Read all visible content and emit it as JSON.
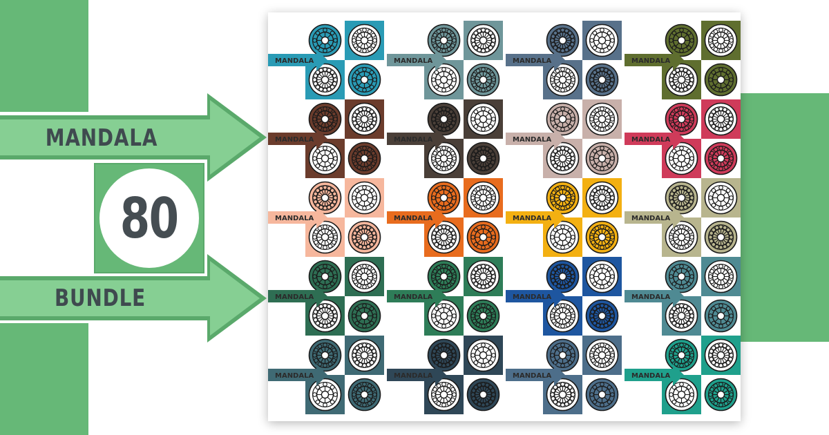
{
  "hero": {
    "title_top": "MANDALA",
    "count": "80",
    "title_bottom": "BUNDLE",
    "accent_color": "#66b877",
    "arrow_color": "#86cf93",
    "text_color": "#454d52"
  },
  "tile_label": "MANDALA",
  "grid": {
    "rows": [
      [
        "#2a9bb5",
        "#6f969a",
        "#58718a",
        "#5f6e2f"
      ],
      [
        "#6b3c2c",
        "#4a3f38",
        "#c8b0aa",
        "#cf3b5a"
      ],
      [
        "#f6b79d",
        "#e86c1e",
        "#f3b012",
        "#b8b58e"
      ],
      [
        "#2e6e53",
        "#2e7d58",
        "#1e56a0",
        "#4f8a93"
      ],
      [
        "#3f6a74",
        "#2f4757",
        "#4d6e8a",
        "#1fa08c"
      ]
    ]
  }
}
